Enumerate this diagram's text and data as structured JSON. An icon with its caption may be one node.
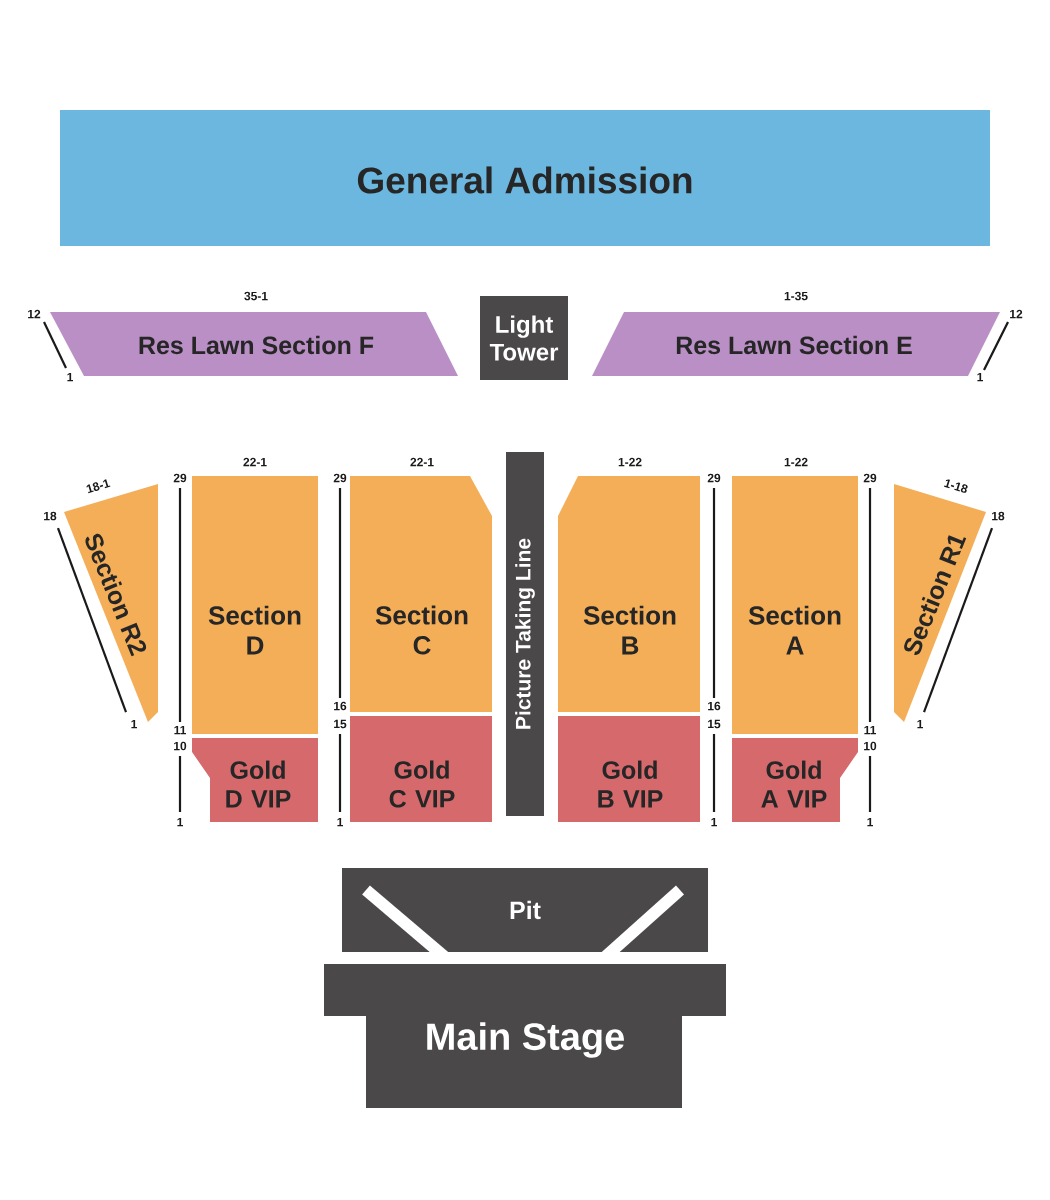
{
  "diagram": {
    "nodes": [
      {
        "text": [
          "General Admission"
        ]
      },
      {
        "text": [
          "Res Lawn Section F"
        ],
        "beside": [
          "35-1",
          "12",
          "1"
        ]
      },
      {
        "text": [
          "Light Tower"
        ]
      },
      {
        "text": [
          "Res Lawn Section E"
        ],
        "beside": [
          "1-35",
          "12",
          "1"
        ]
      },
      {
        "text": [
          "Section R2"
        ],
        "beside": [
          "18-1",
          "18",
          "1"
        ]
      },
      {
        "text": [
          "Section D"
        ],
        "beside": [
          "22-1",
          "29",
          "11"
        ]
      },
      {
        "text": [
          "Gold D VIP"
        ],
        "beside": [
          "10",
          "1"
        ]
      },
      {
        "text": [
          "Section C"
        ],
        "beside": [
          "22-1",
          "29",
          "16"
        ]
      },
      {
        "text": [
          "Gold C VIP"
        ],
        "beside": [
          "15",
          "1"
        ]
      },
      {
        "text": [
          "Picture Taking Line"
        ]
      },
      {
        "text": [
          "Section B"
        ],
        "beside": [
          "1-22",
          "29",
          "16"
        ]
      },
      {
        "text": [
          "Gold B VIP"
        ],
        "beside": [
          "15",
          "1"
        ]
      },
      {
        "text": [
          "Section A"
        ],
        "beside": [
          "1-22",
          "29",
          "11"
        ]
      },
      {
        "text": [
          "Gold A VIP"
        ],
        "beside": [
          "10",
          "1"
        ]
      },
      {
        "text": [
          "Section R1"
        ],
        "beside": [
          "1-18",
          "18",
          "1"
        ]
      },
      {
        "text": [
          "Pit"
        ]
      },
      {
        "text": [
          "Main Stage"
        ]
      }
    ]
  }
}
